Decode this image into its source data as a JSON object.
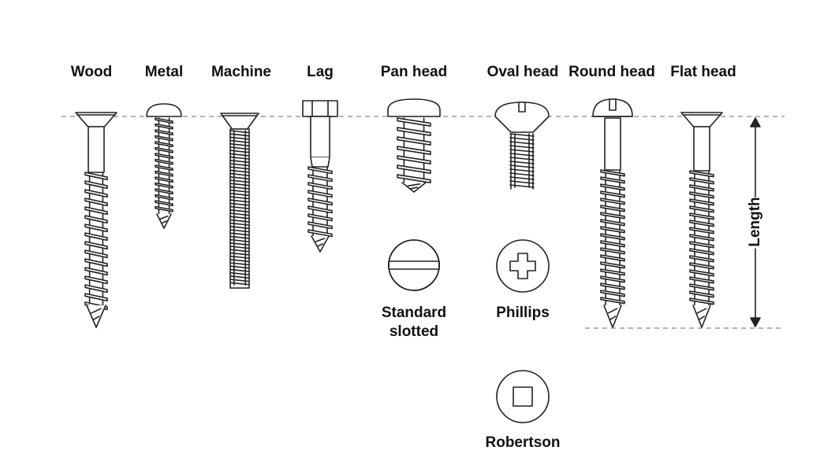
{
  "labels": {
    "wood": "Wood",
    "metal": "Metal",
    "machine": "Machine",
    "lag": "Lag",
    "pan_head": "Pan head",
    "oval_head": "Oval head",
    "round_head": "Round head",
    "flat_head": "Flat head",
    "standard_slotted_line1": "Standard",
    "standard_slotted_line2": "slotted",
    "phillips": "Phillips",
    "robertson": "Robertson",
    "length": "Length"
  },
  "icons": [
    "wood-screw-icon",
    "metal-screw-icon",
    "machine-screw-icon",
    "lag-screw-icon",
    "pan-head-screw-icon",
    "oval-head-screw-icon",
    "round-head-screw-icon",
    "flat-head-screw-icon",
    "standard-slotted-drive-icon",
    "phillips-drive-icon",
    "robertson-drive-icon",
    "length-arrow-icon"
  ],
  "colors": {
    "line": "#222222",
    "guide": "#888888",
    "background": "#ffffff"
  }
}
